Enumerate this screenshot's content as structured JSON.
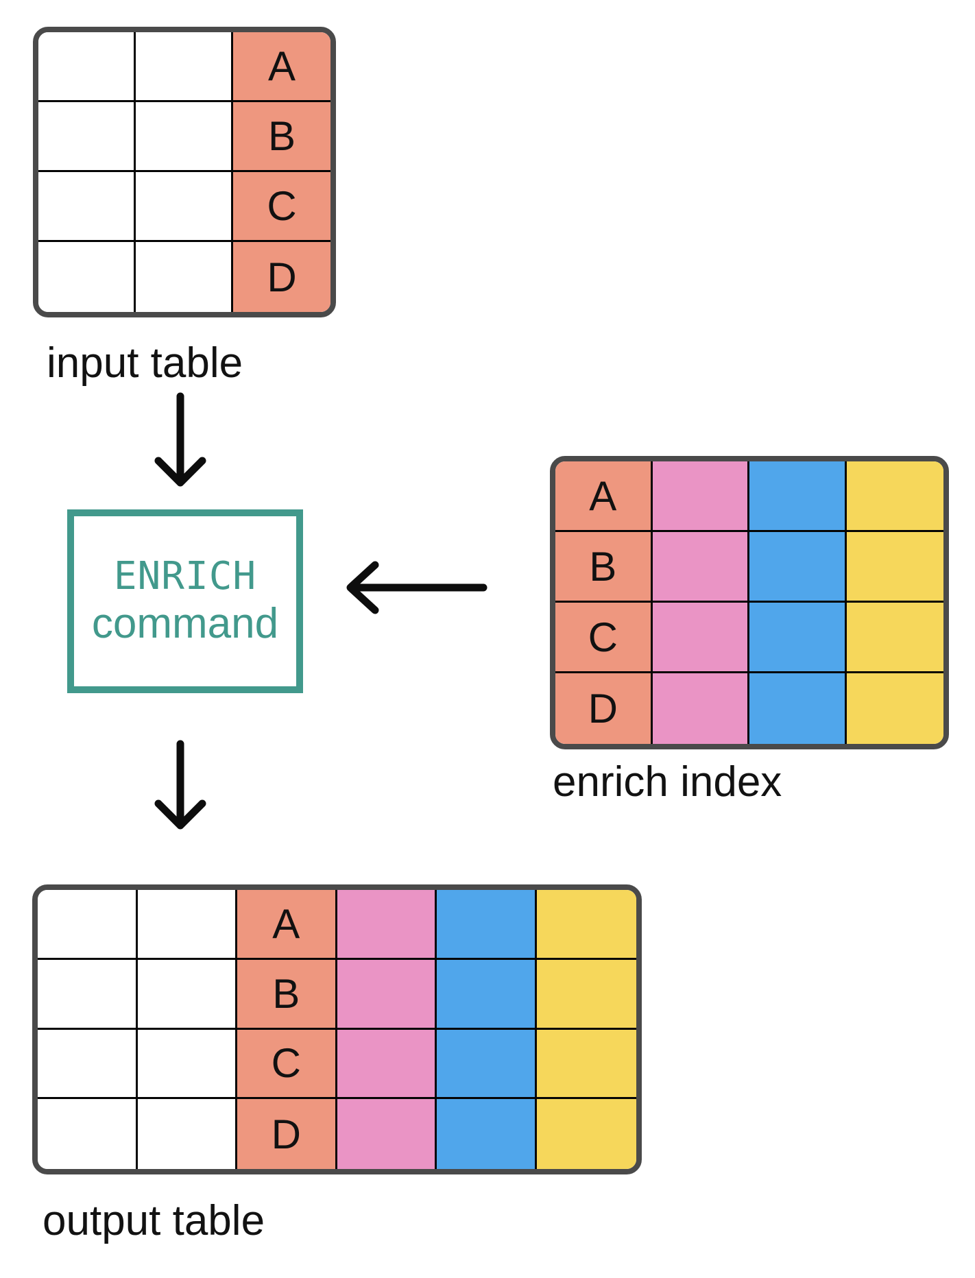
{
  "labels": {
    "input_table": "input table",
    "enrich_index": "enrich index",
    "output_table": "output table"
  },
  "command_box": {
    "title": "ENRICH",
    "subtitle": "command"
  },
  "tables": {
    "input": {
      "rows": [
        [
          "",
          "",
          "A"
        ],
        [
          "",
          "",
          "B"
        ],
        [
          "",
          "",
          "C"
        ],
        [
          "",
          "",
          "D"
        ]
      ]
    },
    "enrich": {
      "rows": [
        [
          "A",
          "",
          "",
          ""
        ],
        [
          "B",
          "",
          "",
          ""
        ],
        [
          "C",
          "",
          "",
          ""
        ],
        [
          "D",
          "",
          "",
          ""
        ]
      ]
    },
    "output": {
      "rows": [
        [
          "",
          "",
          "A",
          "",
          "",
          ""
        ],
        [
          "",
          "",
          "B",
          "",
          "",
          ""
        ],
        [
          "",
          "",
          "C",
          "",
          "",
          ""
        ],
        [
          "",
          "",
          "D",
          "",
          "",
          ""
        ]
      ]
    }
  },
  "colors": {
    "salmon": "#EE977F",
    "pink": "#EA94C5",
    "blue": "#50A6EB",
    "yellow": "#F6D75B",
    "teal": "#42998C",
    "frame": "#4A4A4A",
    "grid": "#050505",
    "arrow": "#0D0D0D",
    "text": "#121212"
  }
}
